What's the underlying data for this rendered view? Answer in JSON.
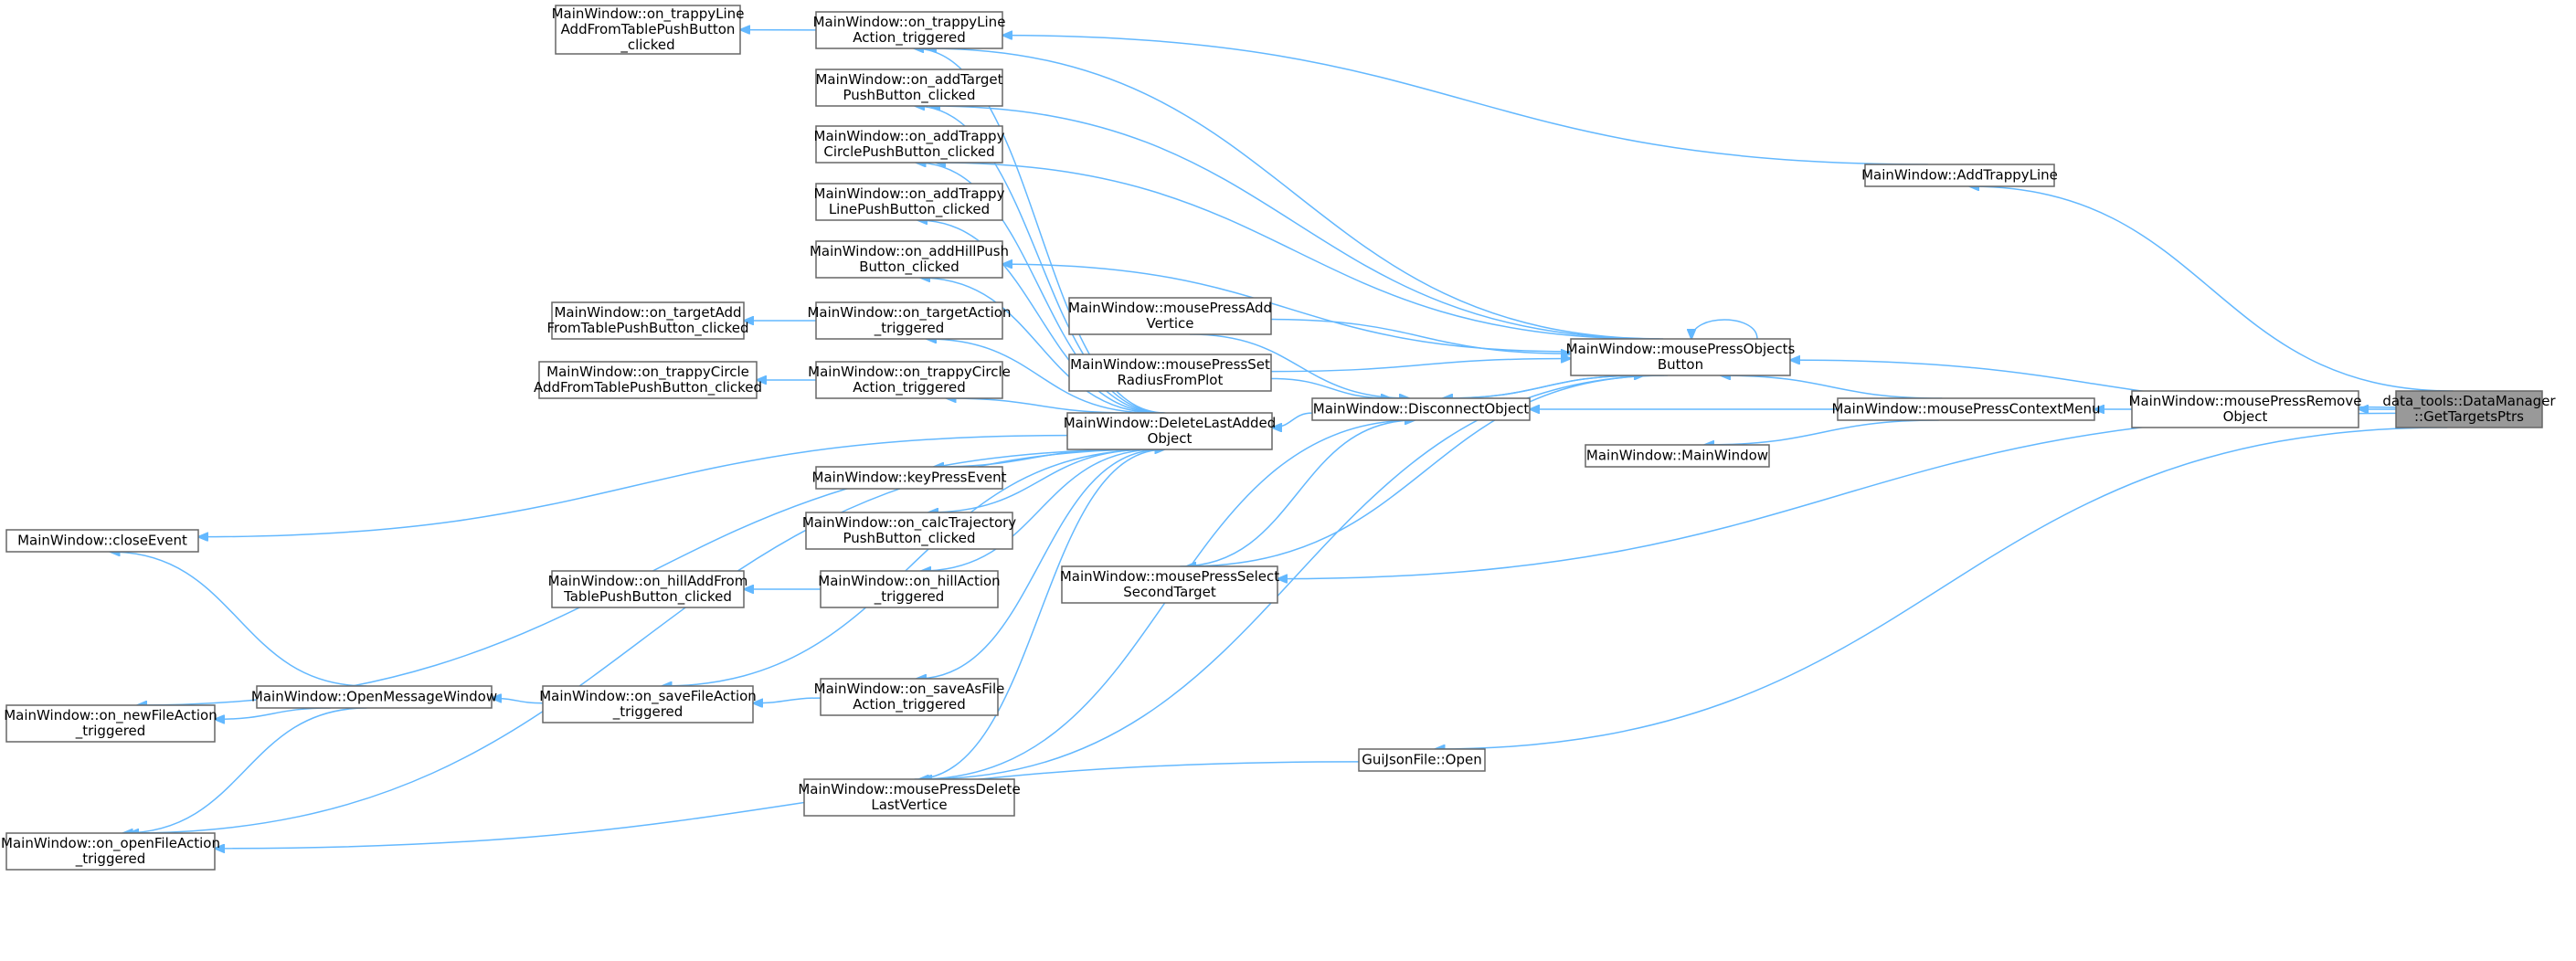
{
  "nodes": {
    "GetTargetsPtrs": {
      "lines": [
        "data_tools::DataManager",
        "::GetTargetsPtrs"
      ],
      "highlighted": true
    },
    "RemoveObject": {
      "lines": [
        "MainWindow::mousePressRemove",
        "Object"
      ]
    },
    "ContextMenu": {
      "lines": [
        "MainWindow::mousePressContextMenu"
      ]
    },
    "AddTrappyLine": {
      "lines": [
        "MainWindow::AddTrappyLine"
      ]
    },
    "ObjectsButton": {
      "lines": [
        "MainWindow::mousePressObjects",
        "Button"
      ]
    },
    "Disconnect": {
      "lines": [
        "MainWindow::DisconnectObject"
      ]
    },
    "MainWindowCtor": {
      "lines": [
        "MainWindow::MainWindow"
      ]
    },
    "AddVertice": {
      "lines": [
        "MainWindow::mousePressAdd",
        "Vertice"
      ]
    },
    "SetRadius": {
      "lines": [
        "MainWindow::mousePressSet",
        "RadiusFromPlot"
      ]
    },
    "SelectSecond": {
      "lines": [
        "MainWindow::mousePressSelect",
        "SecondTarget"
      ]
    },
    "DeleteLastAdded": {
      "lines": [
        "MainWindow::DeleteLastAdded",
        "Object"
      ]
    },
    "GuiJsonOpen": {
      "lines": [
        "GuiJsonFile::Open"
      ]
    },
    "TrappyLineAction": {
      "lines": [
        "MainWindow::on_trappyLine",
        "Action_triggered"
      ]
    },
    "AddTargetBtn": {
      "lines": [
        "MainWindow::on_addTarget",
        "PushButton_clicked"
      ]
    },
    "AddTrappyCircle": {
      "lines": [
        "MainWindow::on_addTrappy",
        "CirclePushButton_clicked"
      ]
    },
    "AddTrappyLineBtn": {
      "lines": [
        "MainWindow::on_addTrappy",
        "LinePushButton_clicked"
      ]
    },
    "AddHillBtn": {
      "lines": [
        "MainWindow::on_addHillPush",
        "Button_clicked"
      ]
    },
    "TargetAction": {
      "lines": [
        "MainWindow::on_targetAction",
        "_triggered"
      ]
    },
    "TrappyCircleAction": {
      "lines": [
        "MainWindow::on_trappyCircle",
        "Action_triggered"
      ]
    },
    "KeyPress": {
      "lines": [
        "MainWindow::keyPressEvent"
      ]
    },
    "CalcTrajectory": {
      "lines": [
        "MainWindow::on_calcTrajectory",
        "PushButton_clicked"
      ]
    },
    "HillAction": {
      "lines": [
        "MainWindow::on_hillAction",
        "_triggered"
      ]
    },
    "SaveAsFile": {
      "lines": [
        "MainWindow::on_saveAsFile",
        "Action_triggered"
      ]
    },
    "DeleteLastVertice": {
      "lines": [
        "MainWindow::mousePressDelete",
        "LastVertice"
      ]
    },
    "TrappyLineTable": {
      "lines": [
        "MainWindow::on_trappyLine",
        "AddFromTablePushButton",
        "_clicked"
      ]
    },
    "TargetAddTable": {
      "lines": [
        "MainWindow::on_targetAdd",
        "FromTablePushButton_clicked"
      ]
    },
    "TrappyCircleTable": {
      "lines": [
        "MainWindow::on_trappyCircle",
        "AddFromTablePushButton_clicked"
      ]
    },
    "HillAddTable": {
      "lines": [
        "MainWindow::on_hillAddFrom",
        "TablePushButton_clicked"
      ]
    },
    "SaveFile": {
      "lines": [
        "MainWindow::on_saveFileAction",
        "_triggered"
      ]
    },
    "OpenMessage": {
      "lines": [
        "MainWindow::OpenMessageWindow"
      ]
    },
    "CloseEvent": {
      "lines": [
        "MainWindow::closeEvent"
      ]
    },
    "NewFile": {
      "lines": [
        "MainWindow::on_newFileAction",
        "_triggered"
      ]
    },
    "OpenFile": {
      "lines": [
        "MainWindow::on_openFileAction",
        "_triggered"
      ]
    }
  },
  "edges": [
    [
      "RemoveObject",
      "GetTargetsPtrs"
    ],
    [
      "ContextMenu",
      "RemoveObject"
    ],
    [
      "AddTrappyLine",
      "GetTargetsPtrs"
    ],
    [
      "ObjectsButton",
      "GetTargetsPtrs"
    ],
    [
      "Disconnect",
      "ContextMenu"
    ],
    [
      "ObjectsButton",
      "ContextMenu"
    ],
    [
      "MainWindowCtor",
      "ContextMenu"
    ],
    [
      "SelectSecond",
      "GetTargetsPtrs"
    ],
    [
      "GuiJsonOpen",
      "GetTargetsPtrs"
    ],
    [
      "TrappyLineAction",
      "AddTrappyLine"
    ],
    [
      "TrappyLineTable",
      "TrappyLineAction"
    ],
    [
      "TargetAddTable",
      "TargetAction"
    ],
    [
      "TrappyCircleTable",
      "TrappyCircleAction"
    ],
    [
      "HillAddTable",
      "HillAction"
    ],
    [
      "SaveFile",
      "SaveAsFile"
    ],
    [
      "OpenMessage",
      "SaveFile"
    ],
    [
      "NewFile",
      "OpenMessage"
    ],
    [
      "OpenFile",
      "OpenMessage"
    ],
    [
      "CloseEvent",
      "OpenMessage"
    ],
    [
      "OpenFile",
      "GuiJsonOpen"
    ],
    [
      "DeleteLastAdded",
      "Disconnect"
    ],
    [
      "Disconnect",
      "ObjectsButton"
    ],
    [
      "ObjectsButton",
      "Disconnect"
    ],
    [
      "ObjectsButton",
      "AddVertice"
    ],
    [
      "ObjectsButton",
      "SetRadius"
    ],
    [
      "Disconnect",
      "AddVertice"
    ],
    [
      "Disconnect",
      "SetRadius"
    ],
    [
      "Disconnect",
      "SelectSecond"
    ],
    [
      "ObjectsButton",
      "ObjectsButton"
    ],
    [
      "DeleteLastAdded",
      "DeleteLastVertice"
    ],
    [
      "TrappyLineAction",
      "DeleteLastAdded"
    ],
    [
      "AddTargetBtn",
      "DeleteLastAdded"
    ],
    [
      "AddTrappyCircle",
      "DeleteLastAdded"
    ],
    [
      "AddTrappyLineBtn",
      "DeleteLastAdded"
    ],
    [
      "AddHillBtn",
      "DeleteLastAdded"
    ],
    [
      "TargetAction",
      "DeleteLastAdded"
    ],
    [
      "TrappyCircleAction",
      "DeleteLastAdded"
    ],
    [
      "KeyPress",
      "DeleteLastAdded"
    ],
    [
      "CalcTrajectory",
      "DeleteLastAdded"
    ],
    [
      "HillAction",
      "DeleteLastAdded"
    ],
    [
      "SaveAsFile",
      "DeleteLastAdded"
    ],
    [
      "SaveFile",
      "DeleteLastAdded"
    ],
    [
      "CloseEvent",
      "DeleteLastAdded"
    ],
    [
      "NewFile",
      "DeleteLastAdded"
    ],
    [
      "OpenFile",
      "DeleteLastAdded"
    ],
    [
      "TrappyLineAction",
      "ObjectsButton"
    ],
    [
      "AddTargetBtn",
      "ObjectsButton"
    ],
    [
      "AddTrappyCircle",
      "ObjectsButton"
    ],
    [
      "AddHillBtn",
      "ObjectsButton"
    ],
    [
      "SelectSecond",
      "ObjectsButton"
    ],
    [
      "DeleteLastVertice",
      "Disconnect"
    ],
    [
      "DeleteLastVertice",
      "ObjectsButton"
    ]
  ]
}
